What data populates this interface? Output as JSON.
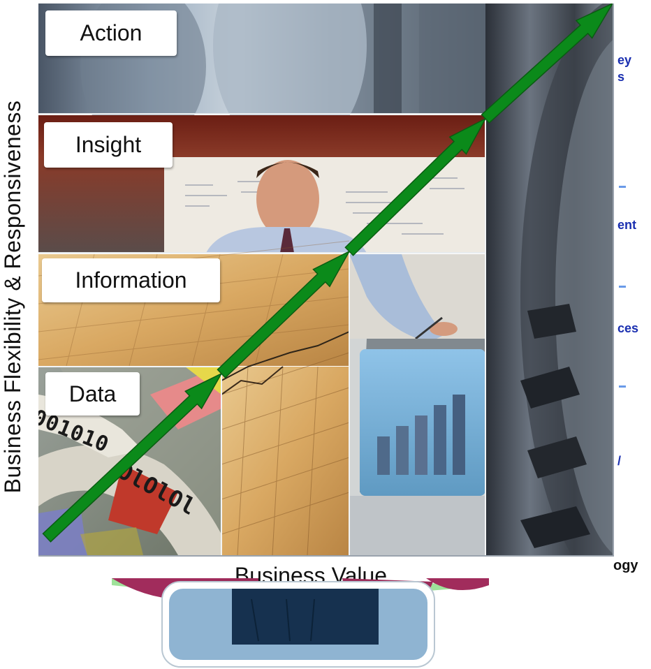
{
  "diagram": {
    "levels": [
      {
        "label": "Action"
      },
      {
        "label": "Insight"
      },
      {
        "label": "Information"
      },
      {
        "label": "Data"
      }
    ],
    "y_axis_label": "Business Flexibility & Responsiveness",
    "x_axis_label": "Business Value",
    "arrow_color": "#0b8a1a"
  },
  "partial_side_text": [
    "ey",
    "s",
    "ent",
    "ces",
    "/"
  ],
  "partial_bottom_text": "ogy",
  "data_panel_text": "001010",
  "data_panel_text_2": "OlOlOl"
}
